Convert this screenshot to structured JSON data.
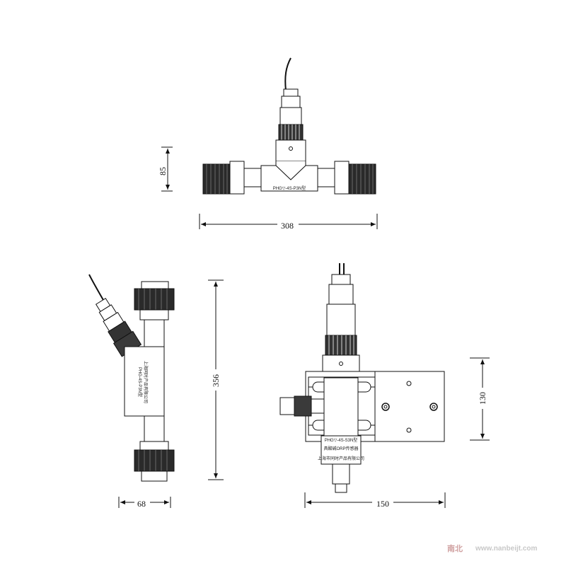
{
  "dimensions": {
    "top_height": "85",
    "top_width": "308",
    "side_height": "356",
    "side_width": "68",
    "front_height": "130",
    "front_width": "150"
  },
  "labels": {
    "top_model": "PHG▽-4S-P3N型",
    "front_model": "PHG▽-4S-S3N型",
    "front_name": "具酸碱ORP传感器",
    "front_maker": "上海市同时产品有限公司",
    "side_model": "PHG-4S-P3N型",
    "side_maker": "上海同时产品有限公司"
  },
  "watermark": {
    "brand": "南北",
    "url": "www.nanbeijt.com"
  }
}
